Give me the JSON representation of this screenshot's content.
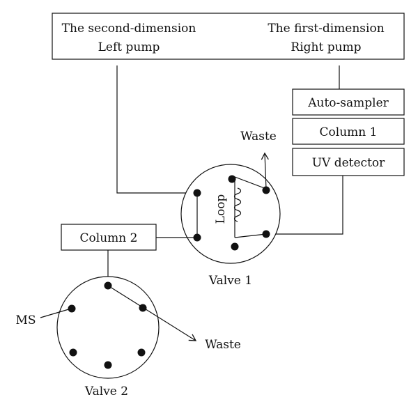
{
  "pumps": {
    "second_dimension": "The second-dimension",
    "left_pump": "Left pump",
    "first_dimension": "The first-dimension",
    "right_pump": "Right pump"
  },
  "modules": {
    "auto_sampler": "Auto-sampler",
    "column1": "Column 1",
    "uv_detector": "UV detector",
    "column2": "Column 2"
  },
  "valve1": {
    "label": "Valve 1",
    "loop": "Loop",
    "waste": "Waste"
  },
  "valve2": {
    "label": "Valve 2",
    "waste": "Waste",
    "ms": "MS"
  }
}
